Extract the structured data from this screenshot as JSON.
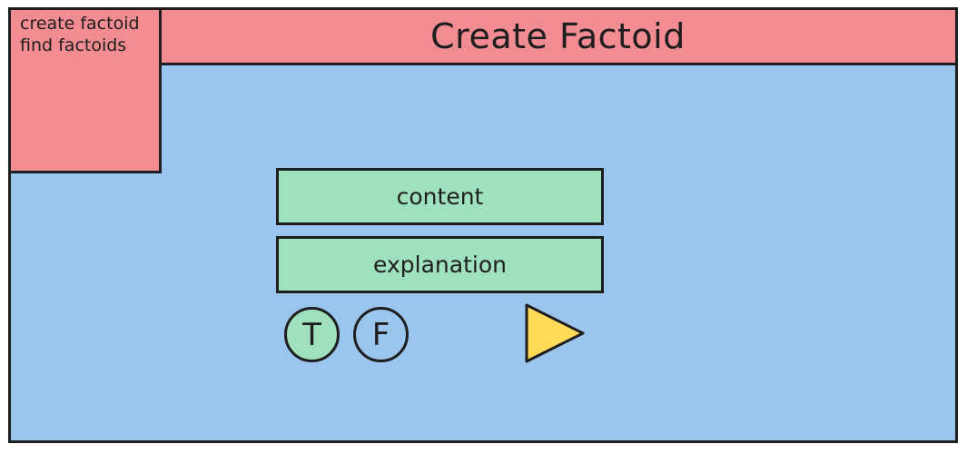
{
  "header": {
    "title": "Create Factoid"
  },
  "sidebar": {
    "items": [
      {
        "label": "create factoid"
      },
      {
        "label": "find factoids"
      }
    ]
  },
  "form": {
    "content_label": "content",
    "explanation_label": "explanation",
    "true_label": "T",
    "false_label": "F",
    "submit_icon": "play-triangle-icon"
  },
  "colors": {
    "background": "#9ac6ee",
    "header": "#f28c93",
    "field": "#9fe0bd",
    "selected_toggle": "#9fe0bd",
    "submit": "#ffdb58",
    "stroke": "#1e1e1e"
  }
}
